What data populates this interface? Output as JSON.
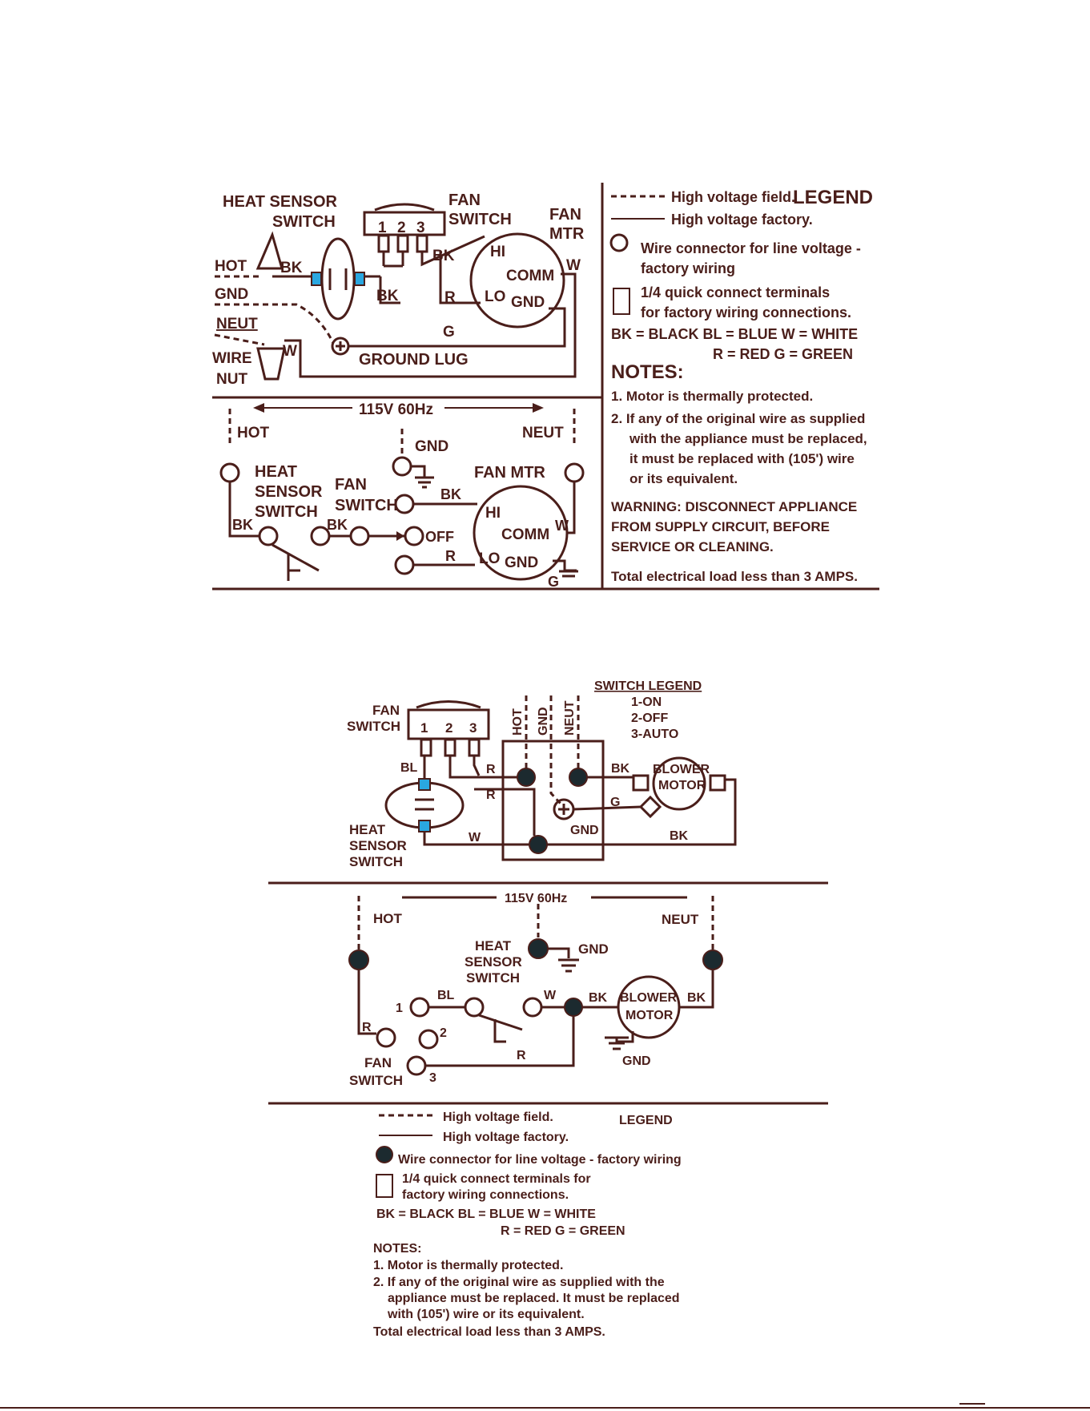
{
  "diagram1": {
    "labels": {
      "heat_sensor": "HEAT SENSOR",
      "switch": "SWITCH",
      "fan": "FAN",
      "fan_switch": "SWITCH",
      "fan_mtr_1": "FAN",
      "fan_mtr_2": "MTR",
      "t1": "1",
      "t2": "2",
      "t3": "3",
      "hot": "HOT",
      "bk1": "BK",
      "bk2": "BK",
      "bk3": "BK",
      "gnd": "GND",
      "neut": "NEUT",
      "wire": "WIRE",
      "nut": "NUT",
      "w_nut": "W",
      "w_mtr": "W",
      "r": "R",
      "g": "G",
      "hi": "HI",
      "comm": "COMM",
      "lo": "LO",
      "mgnd": "GND",
      "ground_lug": "GROUND LUG"
    },
    "schematic": {
      "voltage": "115V  60Hz",
      "hot": "HOT",
      "gnd": "GND",
      "neut": "NEUT",
      "heat": "HEAT",
      "sensor": "SENSOR",
      "switch": "SWITCH",
      "fan": "FAN",
      "fan_switch": "SWITCH",
      "fan_mtr": "FAN  MTR",
      "bk1": "BK",
      "bk2": "BK",
      "bk3": "BK",
      "off": "OFF",
      "r": "R",
      "w": "W",
      "g": "G",
      "hi": "HI",
      "comm": "COMM",
      "lo": "LO",
      "mgnd": "GND"
    },
    "legend": {
      "field": "High voltage field.",
      "title": "LEGEND",
      "factory": "High voltage factory.",
      "connector_1": "Wire connector for line voltage -",
      "connector_2": "factory wiring",
      "quick_1": "1/4 quick connect terminals",
      "quick_2": "for factory wiring connections.",
      "colors_1": "BK = BLACK   BL = BLUE   W = WHITE",
      "colors_2": "R = RED     G = GREEN",
      "notes_title": "NOTES:",
      "note1": "1. Motor is thermally protected.",
      "note2_a": "2. If any of the original wire as supplied",
      "note2_b": "with the appliance must be replaced,",
      "note2_c": "it must be replaced with (105') wire",
      "note2_d": "or its equivalent.",
      "warning_1": "WARNING: DISCONNECT APPLIANCE",
      "warning_2": "FROM SUPPLY CIRCUIT, BEFORE",
      "warning_3": "SERVICE OR CLEANING.",
      "load": "Total electrical load less than 3 AMPS."
    }
  },
  "diagram2": {
    "labels": {
      "fan": "FAN",
      "switch": "SWITCH",
      "t1": "1",
      "t2": "2",
      "t3": "3",
      "hot": "HOT",
      "gnd": "GND",
      "neut": "NEUT",
      "switch_legend": "SWITCH LEGEND",
      "on": "1-ON",
      "off": "2-OFF",
      "auto": "3-AUTO",
      "bl": "BL",
      "r1": "R",
      "r2": "R",
      "bk1": "BK",
      "g": "G",
      "blower": "BLOWER",
      "motor": "MOTOR",
      "heat": "HEAT",
      "sensor": "SENSOR",
      "hs_switch": "SWITCH",
      "w": "W",
      "box_gnd": "GND",
      "bk2": "BK"
    },
    "schematic": {
      "voltage": "115V 60Hz",
      "hot": "HOT",
      "neut": "NEUT",
      "gnd": "GND",
      "heat": "HEAT",
      "sensor": "SENSOR",
      "switch": "SWITCH",
      "n1": "1",
      "n2": "2",
      "n3": "3",
      "bl": "BL",
      "w": "W",
      "bk1": "BK",
      "bk2": "BK",
      "blower": "BLOWER",
      "motor": "MOTOR",
      "r1": "R",
      "r2": "R",
      "fan": "FAN",
      "fan_switch": "SWITCH",
      "mgnd": "GND"
    },
    "legend": {
      "field": "High  voltage  field.",
      "title": "LEGEND",
      "factory": "High  voltage  factory.",
      "connector": "Wire connector for line voltage - factory wiring",
      "quick_1": "1/4  quick  connect  terminals  for",
      "quick_2": "factory wiring connections.",
      "colors_1": "BK  =  BLACK      BL  =  BLUE      W  =  WHITE",
      "colors_2": "R  =  RED       G  =  GREEN",
      "notes_title": "NOTES:",
      "note1": "1. Motor is thermally protected.",
      "note2_a": "2. If any of the original wire as supplied with the",
      "note2_b": "appliance must be replaced. It must be replaced",
      "note2_c": "with (105') wire or its equivalent.",
      "load": "Total electrical load less than 3 AMPS."
    }
  }
}
